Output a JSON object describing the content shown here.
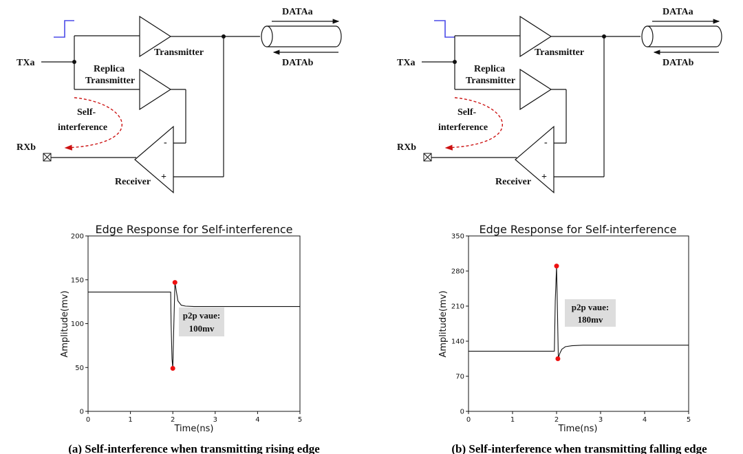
{
  "panels": [
    {
      "id": "a",
      "edge": "rising",
      "labels": {
        "txa": "TXa",
        "rxb": "RXb",
        "transmitter": "Transmitter",
        "replica_line1": "Replica",
        "replica_line2": "Transmitter",
        "receiver": "Receiver",
        "self_line1": "Self-",
        "self_line2": "interference",
        "minus": "-",
        "plus": "+",
        "data_a": "DATAa",
        "data_b": "DATAb"
      },
      "annotation": {
        "line1": "p2p vaue:",
        "line2": "100mv"
      },
      "caption": "(a) Self-interference when transmitting rising edge"
    },
    {
      "id": "b",
      "edge": "falling",
      "labels": {
        "txa": "TXa",
        "rxb": "RXb",
        "transmitter": "Transmitter",
        "replica_line1": "Replica",
        "replica_line2": "Transmitter",
        "receiver": "Receiver",
        "self_line1": "Self-",
        "self_line2": "interference",
        "minus": "-",
        "plus": "+",
        "data_a": "DATAa",
        "data_b": "DATAb"
      },
      "annotation": {
        "line1": "p2p vaue:",
        "line2": "180mv"
      },
      "caption": "(b) Self-interference when transmitting falling edge"
    }
  ],
  "colors": {
    "step": "#4a4ae8",
    "self_interference": "#cc1111",
    "marker": "#ee1111",
    "annotation_bg": "#dddddd",
    "line": "#111111"
  },
  "chart_data": [
    {
      "type": "line",
      "title": "Edge Response for Self-interference",
      "xlabel": "Time(ns)",
      "ylabel": "Amplitude(mv)",
      "xlim": [
        0,
        5
      ],
      "ylim": [
        0,
        200
      ],
      "xticks": [
        0,
        1,
        2,
        3,
        4,
        5
      ],
      "yticks": [
        0,
        50,
        100,
        150,
        200
      ],
      "series": [
        {
          "x": [
            0,
            1.95,
            1.96,
            1.98,
            2.0,
            2.02,
            2.05,
            2.08,
            2.12,
            2.2,
            2.3,
            2.5,
            3.0,
            5.0
          ],
          "y": [
            136,
            136,
            100,
            60,
            49,
            90,
            147,
            138,
            126,
            121,
            120,
            119.5,
            119.5,
            119.5
          ]
        }
      ],
      "markers": [
        {
          "x": 2.0,
          "y": 49
        },
        {
          "x": 2.05,
          "y": 147
        }
      ],
      "grid": false
    },
    {
      "type": "line",
      "title": "Edge Response for Self-interference",
      "xlabel": "Time(ns)",
      "ylabel": "Amplitude(mv)",
      "xlim": [
        0,
        5
      ],
      "ylim": [
        0,
        350
      ],
      "xticks": [
        0,
        1,
        2,
        3,
        4,
        5
      ],
      "yticks": [
        0,
        70,
        140,
        210,
        280,
        350
      ],
      "series": [
        {
          "x": [
            0,
            1.95,
            1.97,
            2.0,
            2.02,
            2.04,
            2.07,
            2.12,
            2.2,
            2.35,
            2.6,
            3.0,
            5.0
          ],
          "y": [
            120,
            120,
            220,
            290,
            200,
            105,
            115,
            124,
            129,
            131,
            132,
            132,
            132
          ]
        }
      ],
      "markers": [
        {
          "x": 2.0,
          "y": 290
        },
        {
          "x": 2.03,
          "y": 105
        }
      ],
      "grid": false
    }
  ]
}
